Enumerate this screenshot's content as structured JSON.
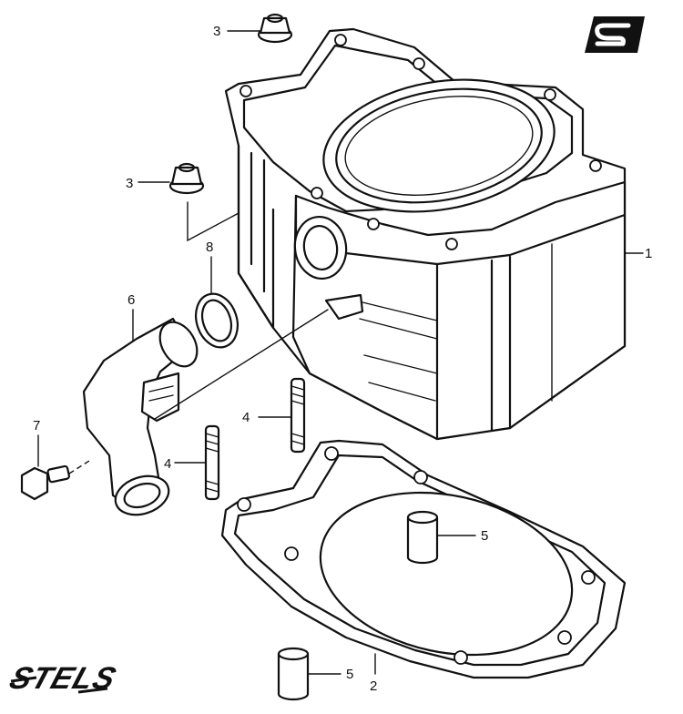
{
  "callouts": [
    {
      "id": "cylinder",
      "label": "1"
    },
    {
      "id": "gasket",
      "label": "2"
    },
    {
      "id": "nut-top",
      "label": "3"
    },
    {
      "id": "nut-mid",
      "label": "3"
    },
    {
      "id": "stud-right",
      "label": "4"
    },
    {
      "id": "stud-left",
      "label": "4"
    },
    {
      "id": "dowel-upper",
      "label": "5"
    },
    {
      "id": "dowel-lower",
      "label": "5"
    },
    {
      "id": "intake-pipe",
      "label": "6"
    },
    {
      "id": "bolt",
      "label": "7"
    },
    {
      "id": "o-ring",
      "label": "8"
    }
  ],
  "logos": {
    "brand_mark": "S",
    "brand_wordmark": "STELS"
  },
  "colors": {
    "line": "#111111",
    "background": "#ffffff"
  }
}
